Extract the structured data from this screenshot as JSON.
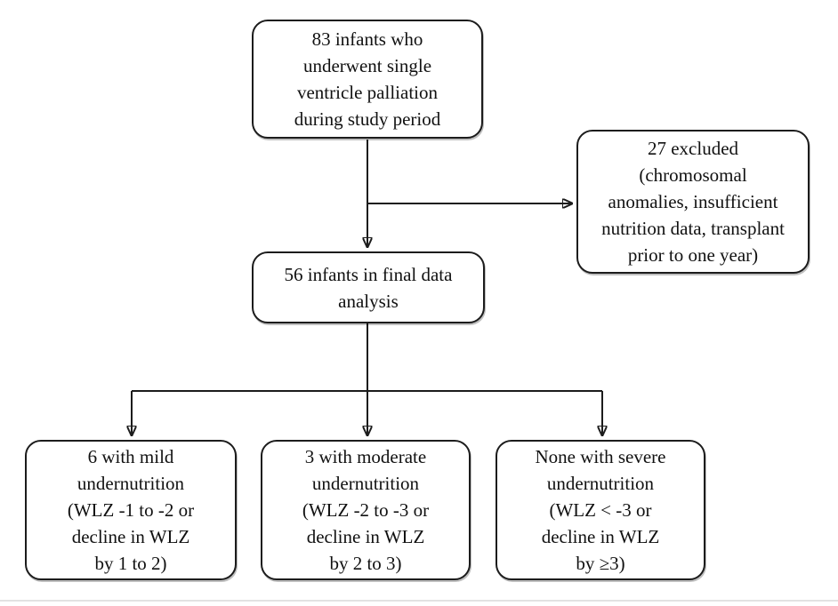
{
  "figure": {
    "type": "flowchart",
    "background_color": "#ffffff",
    "box_border_color": "#1c1c1c",
    "connector_color": "#1c1c1c",
    "text_color": "#111111",
    "bottom_rule_color": "#e2e2e2",
    "nodes": {
      "enrolled": {
        "text": "83 infants who\nunderwent single\nventricle palliation\nduring study period"
      },
      "excluded": {
        "text": "27 excluded\n(chromosomal\nanomalies, insufficient\nnutrition data, transplant\nprior to one year)"
      },
      "final_analysis": {
        "text": "56 infants in final data\nanalysis"
      },
      "mild": {
        "text": "6 with mild\nundernutrition\n(WLZ -1 to -2 or\ndecline in WLZ\nby 1 to 2)"
      },
      "moderate": {
        "text": "3 with moderate\nundernutrition\n(WLZ -2 to -3 or\ndecline in WLZ\nby 2 to 3)"
      },
      "severe": {
        "text": "None with severe\nundernutrition\n(WLZ < -3 or\ndecline in WLZ\nby ≥3)"
      }
    },
    "edges": [
      {
        "from": "enrolled",
        "to": "final_analysis"
      },
      {
        "from": "enrolled",
        "to": "excluded"
      },
      {
        "from": "final_analysis",
        "to": "mild"
      },
      {
        "from": "final_analysis",
        "to": "moderate"
      },
      {
        "from": "final_analysis",
        "to": "severe"
      }
    ]
  }
}
